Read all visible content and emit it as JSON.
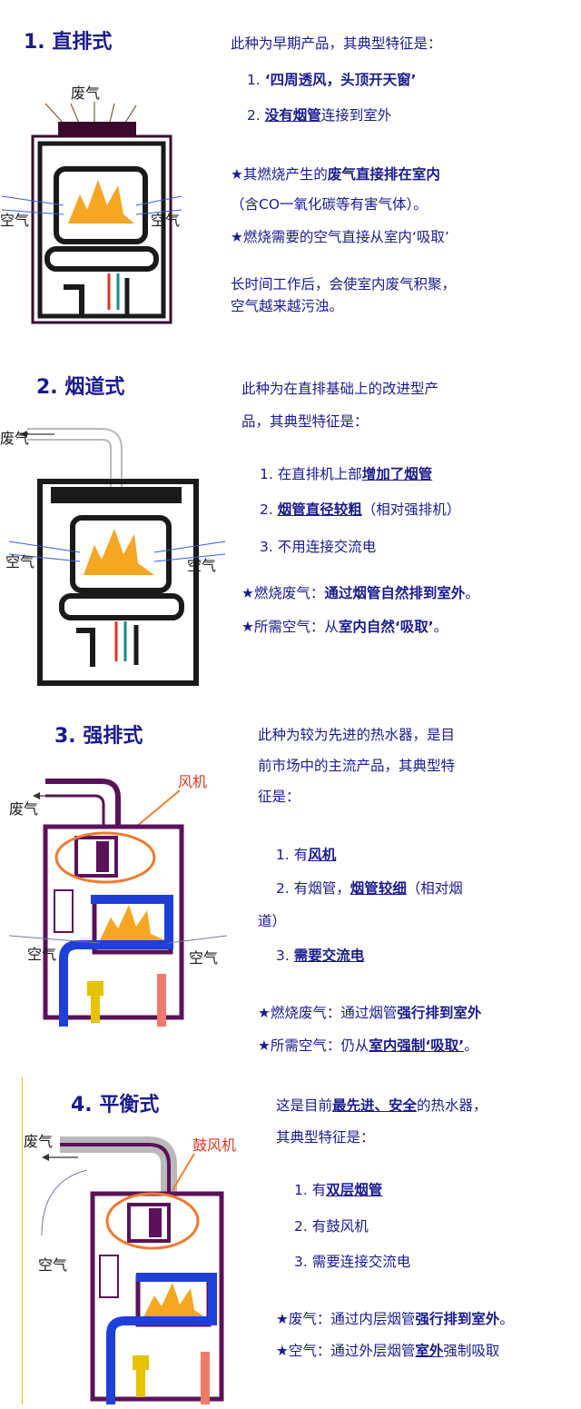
{
  "sections": [
    {
      "title": "1. 直排式",
      "labels": {
        "exhaust": "废气",
        "air_left": "空气",
        "air_right": "空气"
      },
      "lines": [
        {
          "parts": [
            {
              "t": "此种为早期产品，其典型特征是："
            }
          ]
        },
        {
          "parts": [
            {
              "t": "1. "
            },
            {
              "t": "‘四周透风，头顶开天窗’",
              "s": "hl"
            }
          ]
        },
        {
          "parts": [
            {
              "t": "2. "
            },
            {
              "t": "没有烟管",
              "s": "ul"
            },
            {
              "t": "连接到室外"
            }
          ]
        },
        {
          "parts": [
            {
              "t": "★其燃烧产生的"
            },
            {
              "t": "废气直接排在室内",
              "s": "hl"
            }
          ]
        },
        {
          "parts": [
            {
              "t": "（含CO一氧化碳等有害气体）。"
            }
          ]
        },
        {
          "parts": [
            {
              "t": "★燃烧需要的空气直接从室内‘吸取’"
            }
          ]
        },
        {
          "parts": [
            {
              "t": "长时间工作后，会使室内废气积聚，"
            }
          ]
        },
        {
          "parts": [
            {
              "t": "空气越来越污浊。"
            }
          ]
        }
      ]
    },
    {
      "title": "2. 烟道式",
      "labels": {
        "exhaust": "废气",
        "air_left": "空气",
        "air_right": "空气"
      },
      "lines": [
        {
          "parts": [
            {
              "t": "此种为在直排基础上的改进型产"
            }
          ]
        },
        {
          "parts": [
            {
              "t": "品，其典型特征是："
            }
          ]
        },
        {
          "parts": [
            {
              "t": "1. 在直排机上部"
            },
            {
              "t": "增加了烟管",
              "s": "ul"
            }
          ]
        },
        {
          "parts": [
            {
              "t": "2. "
            },
            {
              "t": "烟管直径较粗",
              "s": "ul"
            },
            {
              "t": "（相对强排机）"
            }
          ]
        },
        {
          "parts": [
            {
              "t": "3. 不用连接交流电"
            }
          ]
        },
        {
          "parts": [
            {
              "t": "★燃烧废气："
            },
            {
              "t": "通过烟管自然排到室外",
              "s": "hl"
            },
            {
              "t": "。"
            }
          ]
        },
        {
          "parts": [
            {
              "t": "★所需空气：从"
            },
            {
              "t": "室内自然‘吸取’",
              "s": "hl"
            },
            {
              "t": "。"
            }
          ]
        }
      ]
    },
    {
      "title": "3. 强排式",
      "labels": {
        "exhaust": "废气",
        "fan": "风机",
        "air_left": "空气",
        "air_right": "空气"
      },
      "lines": [
        {
          "parts": [
            {
              "t": "此种为较为先进的热水器，是目"
            }
          ]
        },
        {
          "parts": [
            {
              "t": "前市场中的主流产品，其典型特"
            }
          ]
        },
        {
          "parts": [
            {
              "t": "征是："
            }
          ]
        },
        {
          "parts": [
            {
              "t": "1. 有"
            },
            {
              "t": "风机",
              "s": "ul"
            }
          ]
        },
        {
          "parts": [
            {
              "t": "2. 有烟管，"
            },
            {
              "t": "烟管较细",
              "s": "ul"
            },
            {
              "t": "（相对烟"
            }
          ]
        },
        {
          "parts": [
            {
              "t": "道）"
            }
          ]
        },
        {
          "parts": [
            {
              "t": "3. "
            },
            {
              "t": "需要交流电",
              "s": "ul"
            }
          ]
        },
        {
          "parts": [
            {
              "t": "★燃烧废气：通过烟管"
            },
            {
              "t": "强行排到室外",
              "s": "hl"
            }
          ]
        },
        {
          "parts": [
            {
              "t": "★所需空气：仍从"
            },
            {
              "t": "室内强制‘吸取’",
              "s": "ul"
            },
            {
              "t": "。"
            }
          ]
        }
      ]
    },
    {
      "title": "4. 平衡式",
      "labels": {
        "exhaust": "废气",
        "fan": "鼓风机",
        "air_left": "空气"
      },
      "lines": [
        {
          "parts": [
            {
              "t": "这是目前"
            },
            {
              "t": "最先进、安全",
              "s": "ul"
            },
            {
              "t": "的热水器，"
            }
          ]
        },
        {
          "parts": [
            {
              "t": "其典型特征是："
            }
          ]
        },
        {
          "parts": [
            {
              "t": "1. 有"
            },
            {
              "t": "双层烟管",
              "s": "ul"
            }
          ]
        },
        {
          "parts": [
            {
              "t": "2. 有鼓风机"
            }
          ]
        },
        {
          "parts": [
            {
              "t": "3. 需要连接交流电"
            }
          ]
        },
        {
          "parts": [
            {
              "t": "★废气：通过内层烟管"
            },
            {
              "t": "强行排到室外",
              "s": "hl"
            },
            {
              "t": "。"
            }
          ]
        },
        {
          "parts": [
            {
              "t": "★空气：通过外层烟管"
            },
            {
              "t": "室外",
              "s": "ul"
            },
            {
              "t": "强制吸取"
            }
          ]
        }
      ]
    }
  ],
  "colors": {
    "text": "#1a1a8c",
    "heater": "#3a0a2e",
    "flame": "#f5a623",
    "red": "#d9381e",
    "blue": "#1f3fd9",
    "purple": "#5a1258",
    "pink": "#f07a6a",
    "yellow": "#e6c200"
  }
}
